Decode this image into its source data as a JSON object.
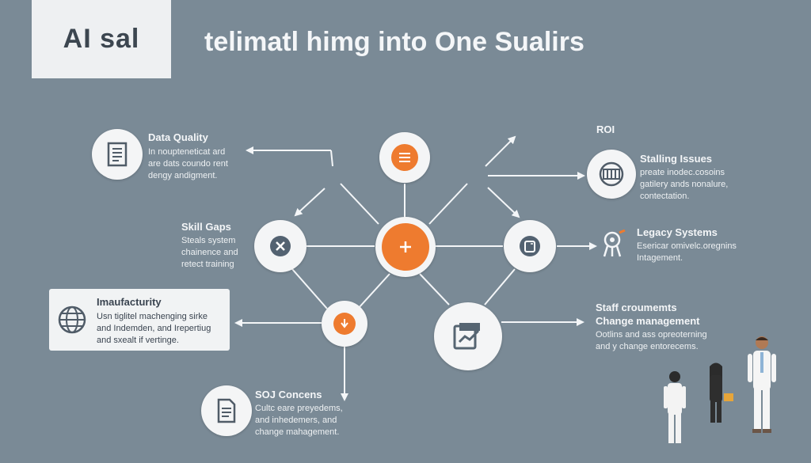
{
  "header": {
    "logo_text": "AI sal",
    "title": "telimatl himg into One Sualirs"
  },
  "labels": {
    "roi": "ROI",
    "data_quality": {
      "title": "Data Quality",
      "lines": [
        "In noupteneticat ard",
        "are dats coundo rent",
        "dengy andigment."
      ]
    },
    "skill_gaps": {
      "title": "Skill Gaps",
      "lines": [
        "Steals system",
        "chainence and",
        "retect training"
      ]
    },
    "imaufacturity": {
      "title": "Imaufacturity",
      "lines": [
        "Usn tiglitel machenging sirke",
        "and Indemden, and Irepertiug",
        "and sxealt if vertinge."
      ]
    },
    "soj_concens": {
      "title": "SOJ Concens",
      "lines": [
        "Cultc eare preyedems,",
        "and inhedemers, and",
        "change mahagement."
      ]
    },
    "stalling_issues": {
      "title": "Stalling Issues",
      "lines": [
        "preate inodec.cosoins",
        "gatilery ands nonalure,",
        "contectation."
      ]
    },
    "legacy_systems": {
      "title": "Legacy Systems",
      "lines": [
        "Esericar omivelc.oregnins",
        "Intagement."
      ]
    },
    "staff_crouments": {
      "title": "Staff croumemts",
      "subtitle": "Change management",
      "lines": [
        "Ootlins and ass opreoterning",
        "and y change entorecems."
      ]
    }
  },
  "colors": {
    "background": "#7a8a96",
    "accent": "#ee7b2f",
    "node": "#f4f5f6",
    "line": "#f4f6f8"
  },
  "icons": {
    "top": "list-icon",
    "center": "plus-icon",
    "left": "close-icon",
    "right": "tablet-icon",
    "bottom": "download-icon",
    "bottom_right": "chart-icon",
    "data_quality": "document-icon",
    "stalling": "grid-icon",
    "legacy": "satellite-icon",
    "imaufacturity": "globe-icon",
    "soj": "file-icon"
  }
}
